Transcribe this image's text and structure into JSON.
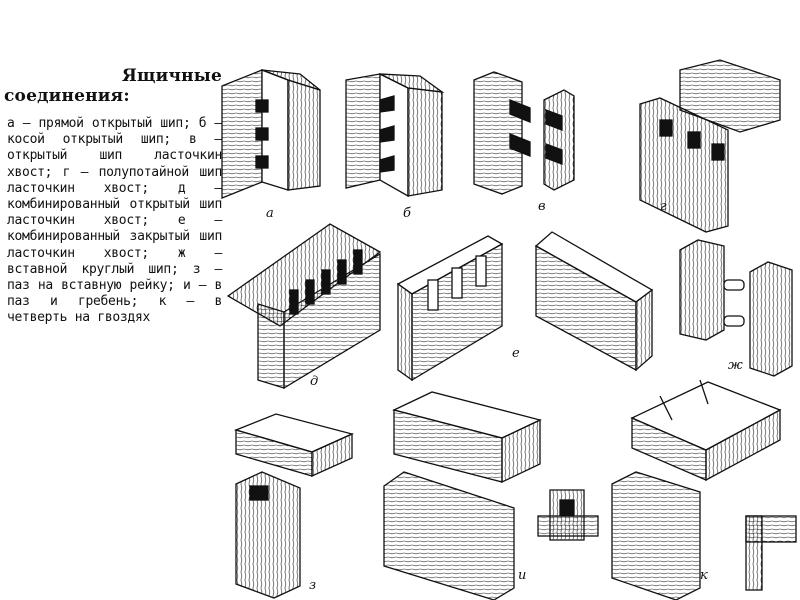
{
  "title": {
    "line1": "Ящичные",
    "line2": "соединения:"
  },
  "legend_text": "а — прямой открытый шип; б — косой открытый шип; в — открытый шип ласточкин хвост; г — полупотайной шип ласточкин хвост; д — комбинированный открытый шип ласточкин хвост; е — комбинированный закрытый шип ласточкин хвост; ж — вставной круглый шип; з — паз на вставную рейку; и — в паз и гребень; к — в четверть на гвоздях",
  "figures": [
    {
      "label": "а"
    },
    {
      "label": "б"
    },
    {
      "label": "в"
    },
    {
      "label": "г"
    },
    {
      "label": "д"
    },
    {
      "label": "е"
    },
    {
      "label": "ж"
    },
    {
      "label": "з"
    },
    {
      "label": "и"
    },
    {
      "label": "к"
    }
  ]
}
